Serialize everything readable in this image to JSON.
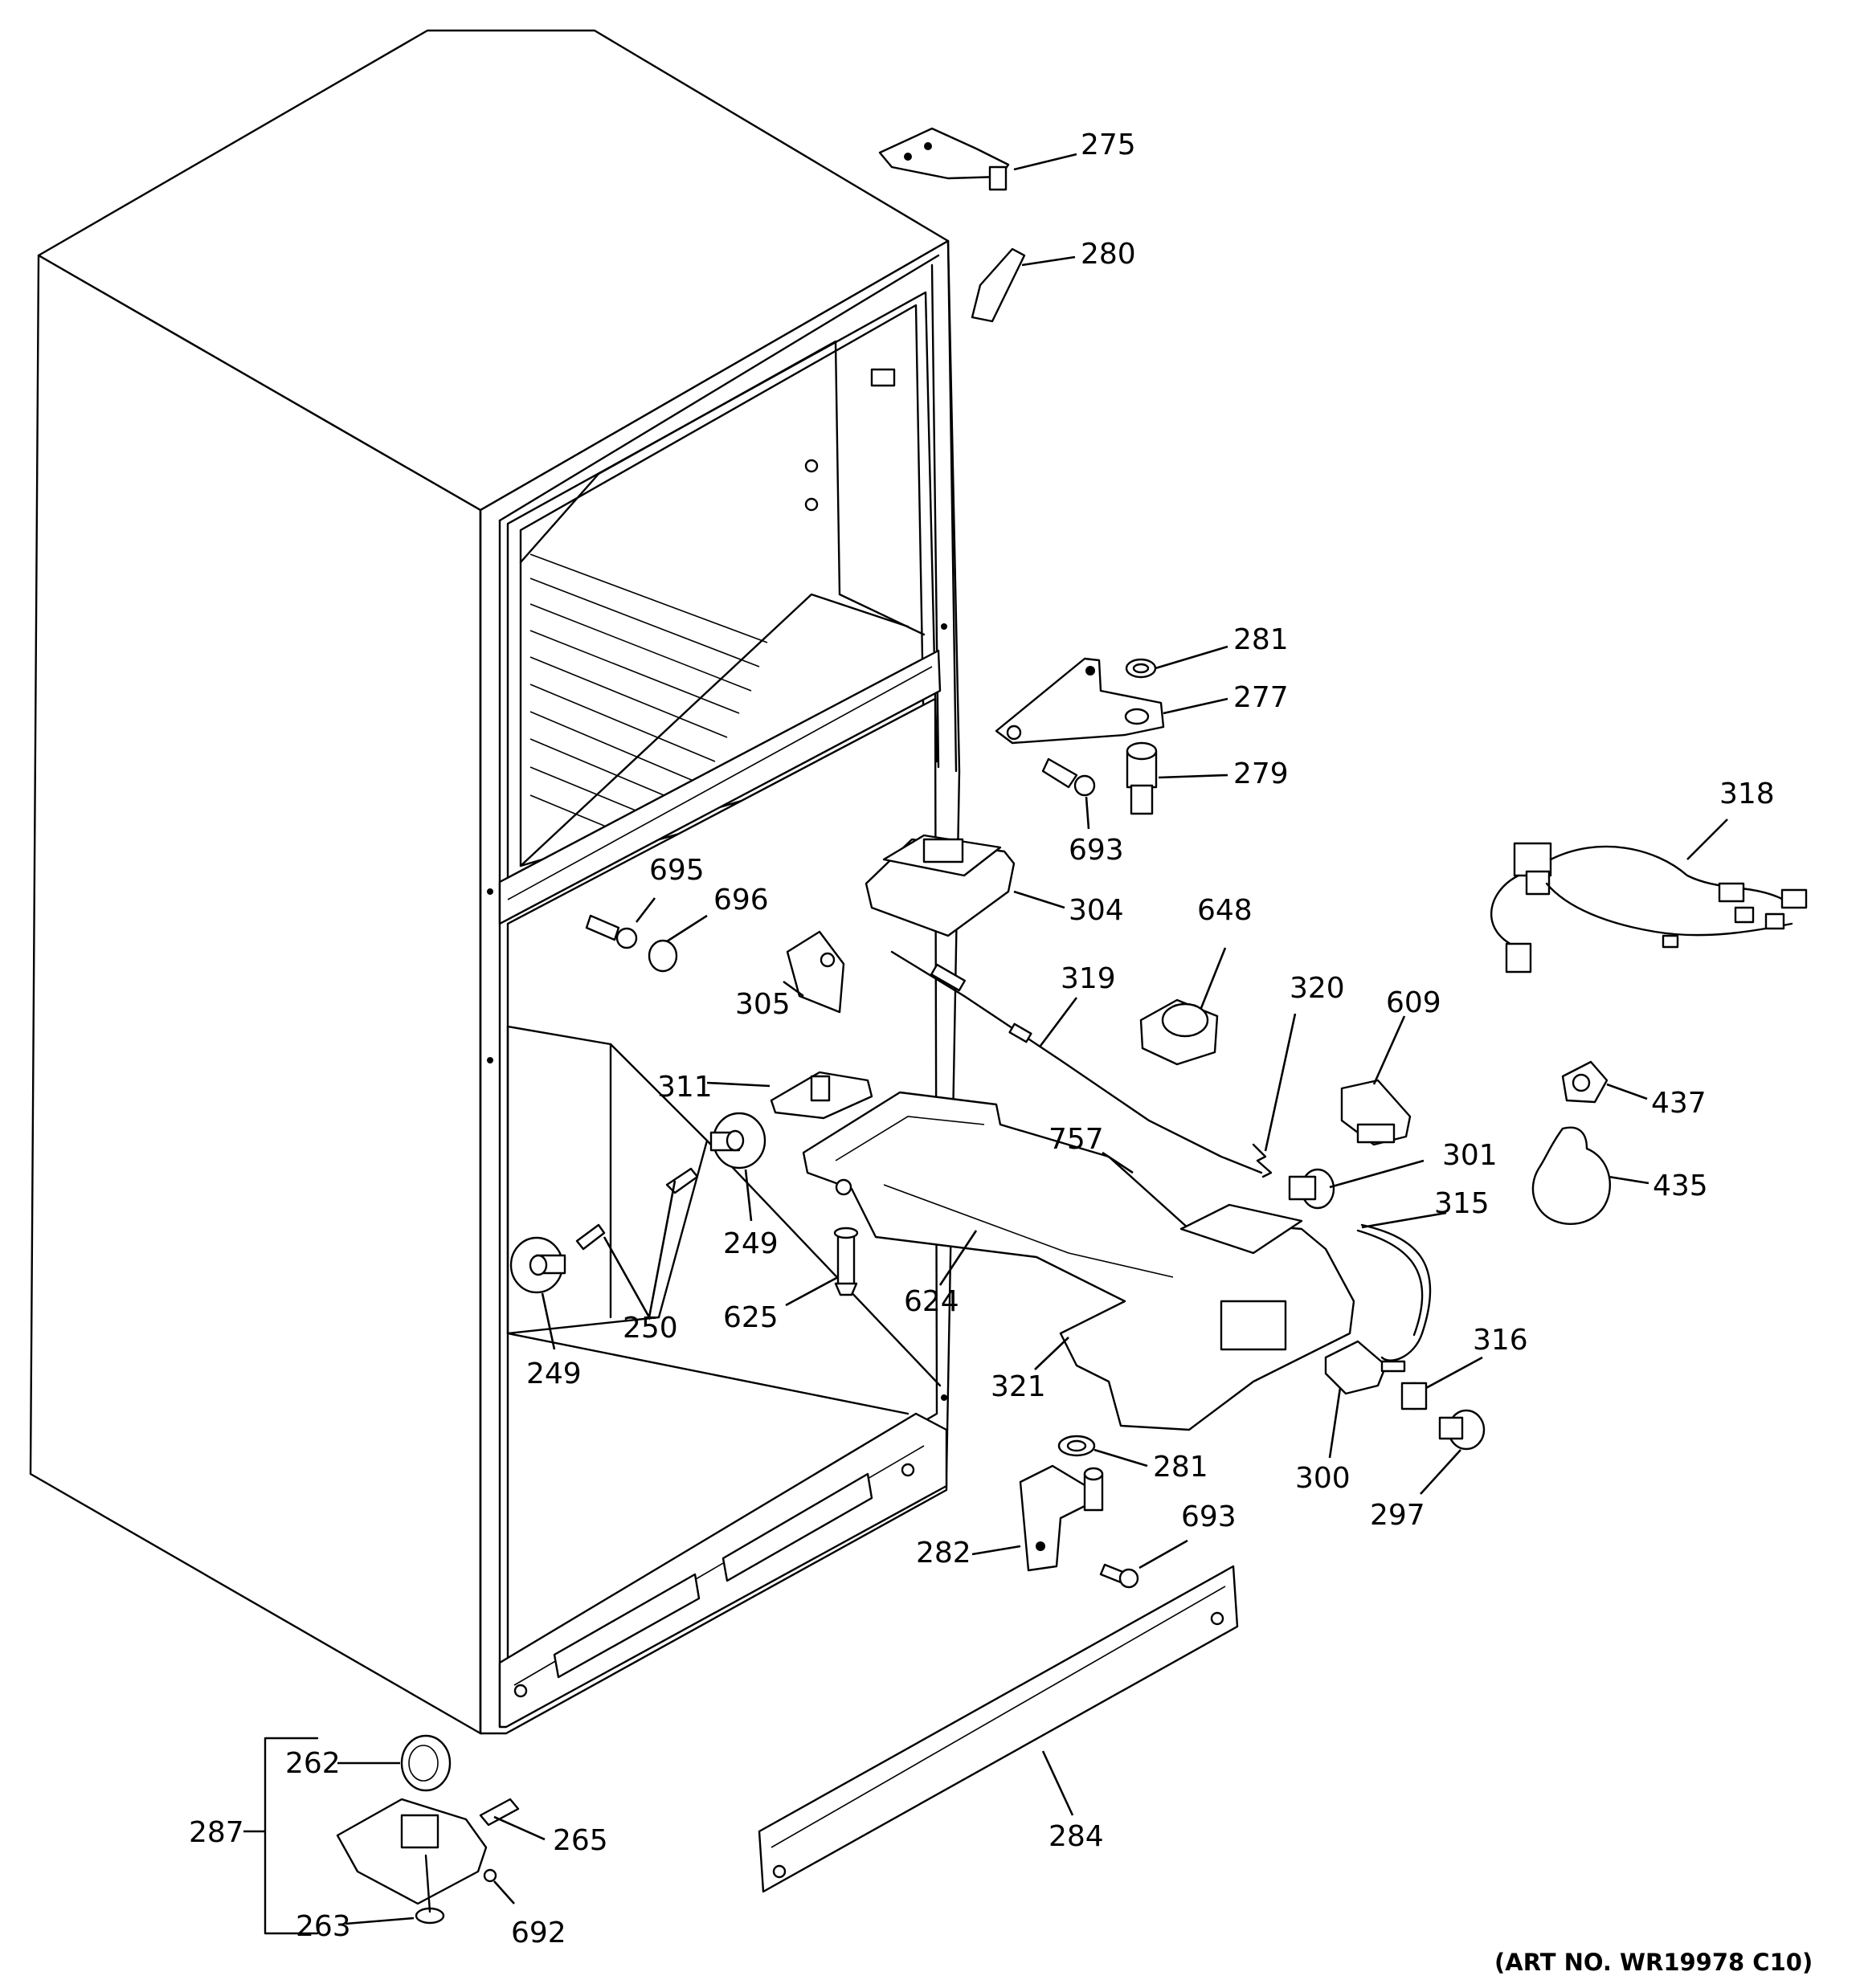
{
  "callouts": [
    "275",
    "280",
    "281",
    "277",
    "279",
    "693",
    "318",
    "695",
    "696",
    "304",
    "648",
    "305",
    "319",
    "320",
    "609",
    "311",
    "757",
    "437",
    "301",
    "435",
    "315",
    "249",
    "249",
    "250",
    "625",
    "624",
    "316",
    "321",
    "300",
    "297",
    "281",
    "693",
    "282",
    "262",
    "265",
    "287",
    "284",
    "263",
    "692"
  ],
  "art_number": "(ART NO. WR19978 C10)"
}
